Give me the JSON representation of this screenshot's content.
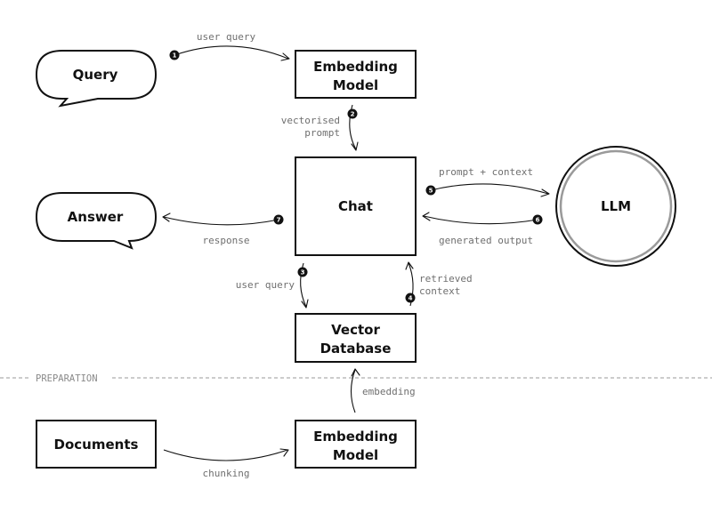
{
  "nodes": {
    "query": "Query",
    "embedding_model_top": [
      "Embedding",
      "Model"
    ],
    "chat": "Chat",
    "answer": "Answer",
    "llm": "LLM",
    "vector_db": [
      "Vector",
      "Database"
    ],
    "documents": "Documents",
    "embedding_model_bottom": [
      "Embedding",
      "Model"
    ]
  },
  "edges": {
    "e1": {
      "label": [
        "user query"
      ],
      "step": "1"
    },
    "e2": {
      "label": [
        "vectorised",
        "prompt"
      ],
      "step": "2"
    },
    "e3": {
      "label": [
        "user query"
      ],
      "step": "3"
    },
    "e4": {
      "label": [
        "retrieved",
        "context"
      ],
      "step": "4"
    },
    "e5": {
      "label": [
        "prompt + context"
      ],
      "step": "5"
    },
    "e6": {
      "label": [
        "generated output"
      ],
      "step": "6"
    },
    "e7": {
      "label": [
        "response"
      ],
      "step": "7"
    },
    "chunking": {
      "label": [
        "chunking"
      ]
    },
    "embedding": {
      "label": [
        "embedding"
      ]
    }
  },
  "section": {
    "label": "PREPARATION"
  }
}
